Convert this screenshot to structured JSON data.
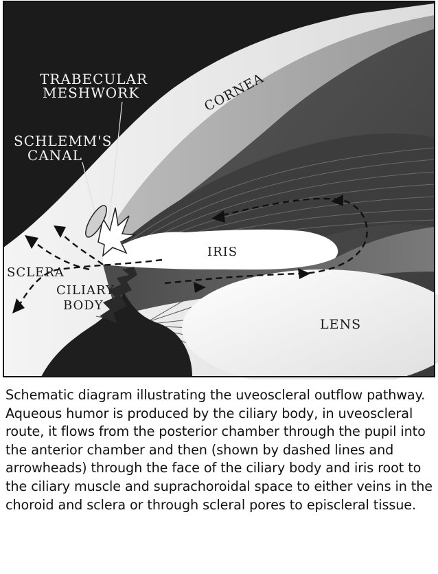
{
  "labels": {
    "trabecular_1": "TRABECULAR",
    "trabecular_2": "MESHWORK",
    "schlemm_1": "SCHLEMM'S",
    "schlemm_2": "CANAL",
    "cornea": "CORNEA",
    "iris": "IRIS",
    "sclera": "SCLERA",
    "ciliary_1": "CILIARY",
    "ciliary_2": "BODY",
    "lens": "LENS"
  },
  "caption": "Schematic diagram illustrating the uveoscleral outflow pathway. Aqueous humor is produced by the ciliary body, in uveoscleral route, it flows from the posterior chamber through the pupil into the anterior chamber and then (shown by dashed lines and arrowheads) through the face of the ciliary body and iris root to the ciliary muscle and suprachoroidal space to either veins in the choroid and sclera or through scleral pores to episcleral tissue."
}
